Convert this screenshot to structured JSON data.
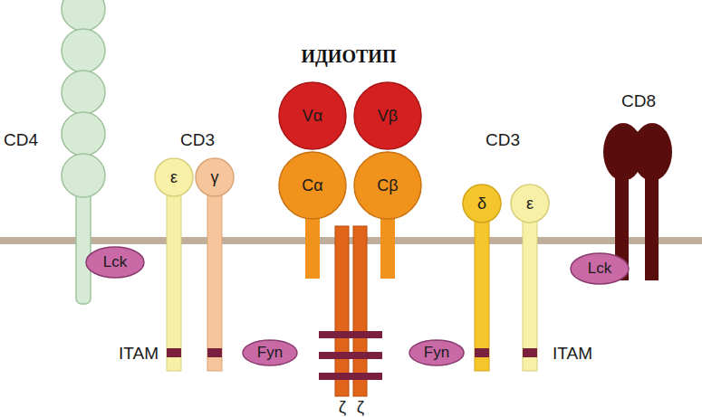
{
  "diagram": {
    "title": "ИДИОТИП",
    "nodes": [
      {
        "text": [
          "Vα"
        ]
      },
      {
        "text": [
          "Vβ"
        ]
      },
      {
        "text": [
          "ε"
        ]
      },
      {
        "text": [
          "γ"
        ]
      },
      {
        "text": [
          "Cα"
        ]
      },
      {
        "text": [
          "Cβ"
        ]
      },
      {
        "text": [
          "δ"
        ]
      },
      {
        "text": [
          "ε"
        ]
      },
      {
        "text": [
          "Lck"
        ]
      },
      {
        "text": [
          "Lck"
        ]
      },
      {
        "text": [
          "Fyn"
        ]
      },
      {
        "text": [
          "Fyn"
        ]
      }
    ],
    "labels": [
      "CD4",
      "CD3",
      "CD3",
      "CD8",
      "ITAM",
      "ITAM",
      "ζ",
      "ζ"
    ]
  }
}
